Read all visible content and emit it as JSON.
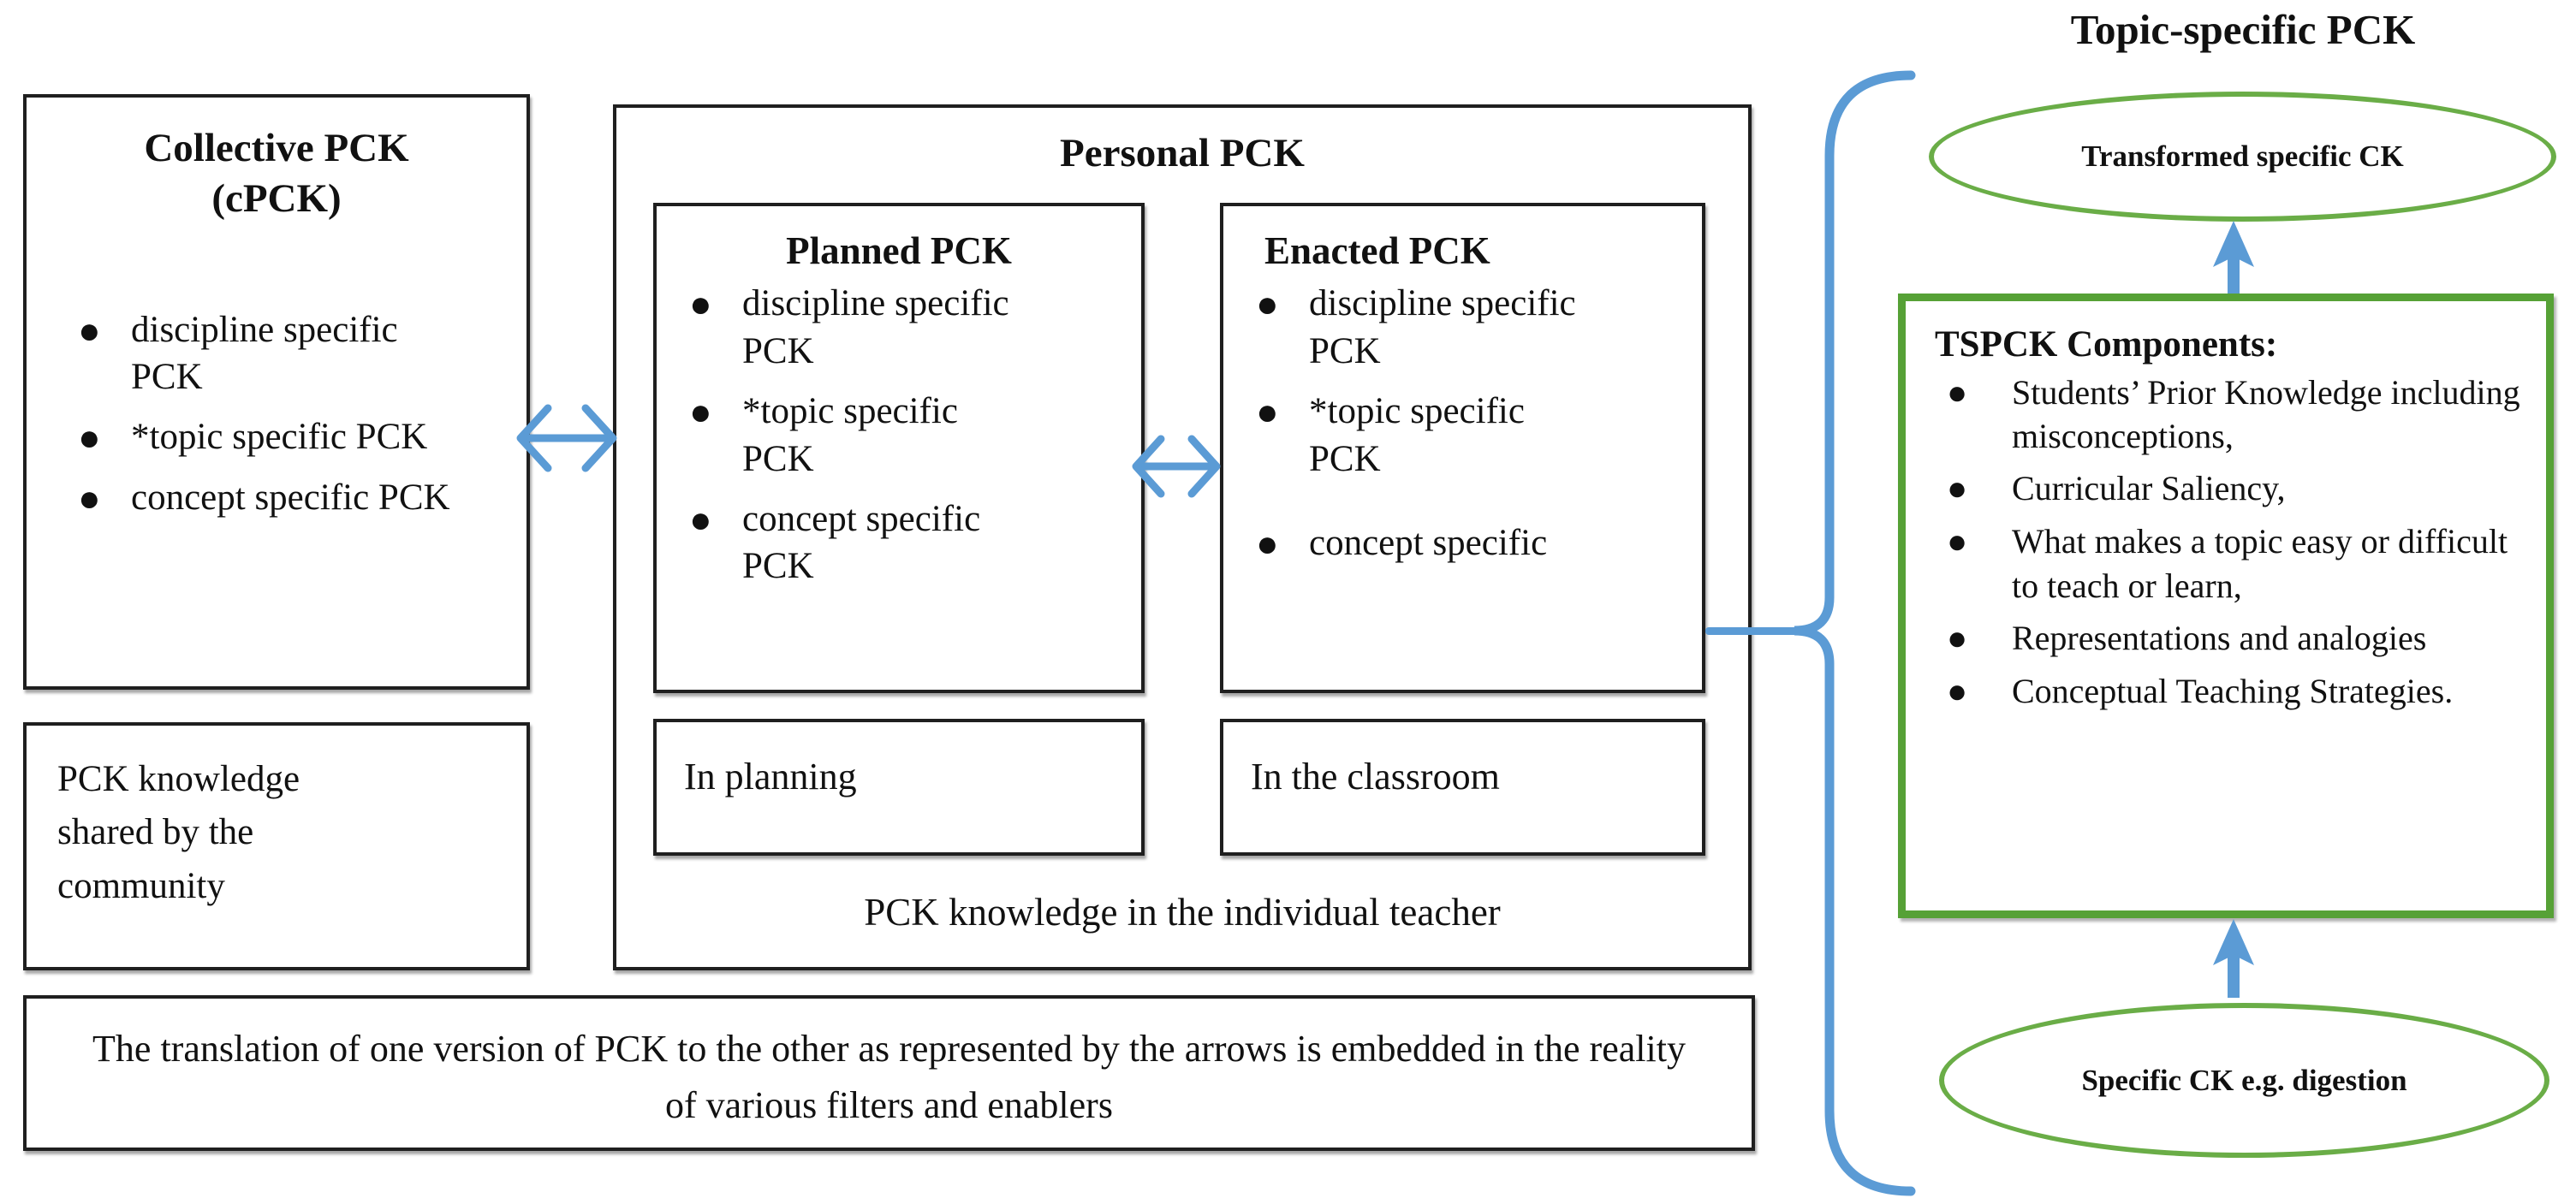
{
  "colors": {
    "arrow_blue": "#5b9bd5",
    "ellipse_green": "#6aad47",
    "tspck_box_green": "#56a136",
    "box_border_black": "#1f1f1f"
  },
  "left_column": {
    "collective_box": {
      "title_line1": "Collective PCK",
      "title_line2": "(cPCK)",
      "bullets": [
        "discipline specific PCK",
        "*topic specific PCK",
        "concept specific PCK"
      ]
    },
    "shared_box": {
      "text": "PCK knowledge shared by the community"
    }
  },
  "personal_panel": {
    "title": "Personal PCK",
    "planned_box": {
      "title": "Planned PCK",
      "bullets": [
        "discipline specific PCK",
        "*topic specific PCK",
        "concept specific PCK"
      ]
    },
    "enacted_box": {
      "title": "Enacted PCK",
      "bullets": [
        "discipline specific PCK",
        "*topic specific PCK",
        "concept specific"
      ]
    },
    "planning_box": {
      "text": "In planning"
    },
    "classroom_box": {
      "text": "In the classroom"
    },
    "caption": "PCK knowledge in the individual teacher"
  },
  "translation_box": {
    "text": "The translation of one version of PCK to the other as represented by the arrows is embedded in the reality of various filters and enablers"
  },
  "topic_panel": {
    "title": "Topic-specific PCK",
    "transformed_ellipse": {
      "text": "Transformed specific CK"
    },
    "tspck_box": {
      "title": "TSPCK Components:",
      "bullets": [
        "Students’ Prior Knowledge including misconceptions,",
        "Curricular Saliency,",
        "What makes a topic easy or difficult to teach or learn,",
        "Representations and analogies",
        "Conceptual Teaching Strategies."
      ]
    },
    "specific_ck_ellipse": {
      "text": "Specific CK e.g. digestion"
    }
  }
}
